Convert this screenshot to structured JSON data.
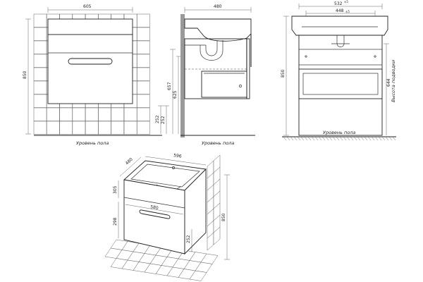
{
  "front_view": {
    "width": "605",
    "height": "850",
    "pipe_height": "252",
    "floor_label": "Уровень пола"
  },
  "side_view": {
    "depth": "480",
    "height_a": "657",
    "height_b": "625",
    "pipe_height": "252",
    "floor_label": "Уровень пола"
  },
  "back_view": {
    "outer_width": "532",
    "outer_tol": "±5",
    "inner_width": "448",
    "inner_tol": "±5",
    "height": "850",
    "drain_height": "644",
    "drain_caption": "Высота подводки",
    "floor_label": "Уровень пола"
  },
  "iso_view": {
    "width": "596",
    "depth": "480",
    "inner_width": "580",
    "top_height": "305",
    "drawer_height": "298",
    "pipe_height": "252",
    "total_height": "850"
  },
  "colors": {
    "line": "#222222",
    "wall": "#9a9a9a",
    "tile": "#555555"
  }
}
